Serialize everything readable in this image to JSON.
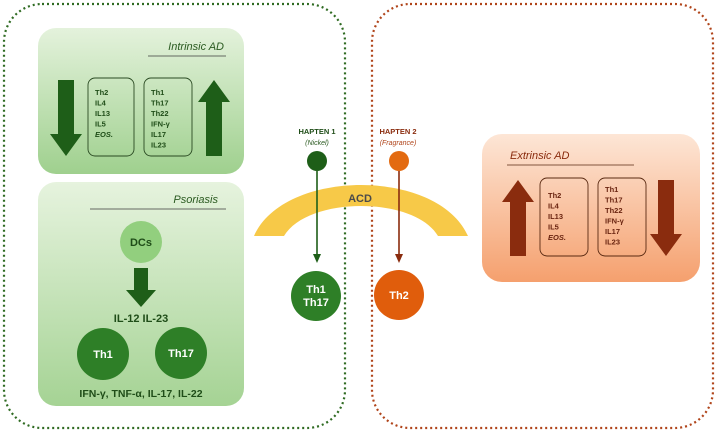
{
  "left_panel": {
    "intrinsic_ad": {
      "title": "Intrinsic AD",
      "down_list": [
        "Th2",
        "IL4",
        "IL13",
        "IL5",
        "EOS."
      ],
      "up_list": [
        "Th1",
        "Th17",
        "Th22",
        "IFN-γ",
        "IL17",
        "IL23"
      ]
    },
    "psoriasis": {
      "title": "Psoriasis",
      "dcs_label": "DCs",
      "cytokines_mid": "IL-12 IL-23",
      "th1_label": "Th1",
      "th17_label": "Th17",
      "cytokines_bottom": "IFN-γ, TNF-α, IL-17, IL-22"
    }
  },
  "center": {
    "acd_label": "ACD",
    "hapten1": {
      "title": "HAPTEN 1",
      "subtitle": "(Nickel)",
      "result_line1": "Th1",
      "result_line2": "Th17"
    },
    "hapten2": {
      "title": "HAPTEN 2",
      "subtitle": "(Fragrance)",
      "result": "Th2"
    }
  },
  "right_panel": {
    "extrinsic_ad": {
      "title": "Extrinsic AD",
      "up_list": [
        "Th2",
        "IL4",
        "IL13",
        "IL5",
        "EOS."
      ],
      "down_list": [
        "Th1",
        "Th17",
        "Th22",
        "IFN-γ",
        "IL17",
        "IL23"
      ]
    }
  },
  "colors": {
    "dark_green": "#1e5e18",
    "mid_green": "#3a8a2e",
    "light_green": "#b6dca8",
    "dark_orange": "#8a2c0e",
    "orange": "#e36a10",
    "light_orange": "#f6b48a",
    "acd_yellow": "#f7c948"
  }
}
